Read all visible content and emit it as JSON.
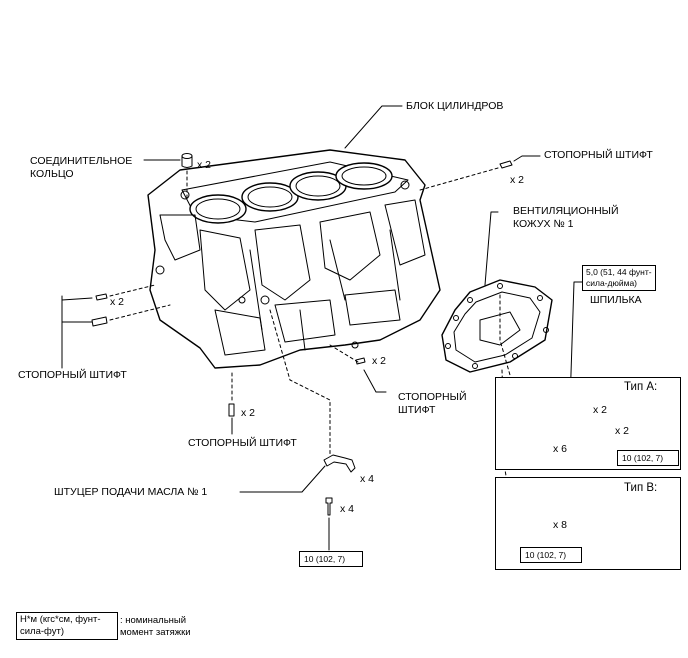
{
  "labels": {
    "cylinder_block": "БЛОК ЦИЛИНДРОВ",
    "connecting_ring_1": "СОЕДИНИТЕЛЬНОЕ",
    "connecting_ring_2": "КОЛЬЦО",
    "stop_pin_top_right": "СТОПОРНЫЙ ШТИФТ",
    "vent_cover_1": "ВЕНТИЛЯЦИОННЫЙ",
    "vent_cover_2": "КОЖУХ № 1",
    "stud": "ШПИЛЬКА",
    "stop_pin_left": "СТОПОРНЫЙ ШТИФТ",
    "stop_pin_center_1": "СТОПОРНЫЙ",
    "stop_pin_center_2": "ШТИФТ",
    "stop_pin_bottom": "СТОПОРНЫЙ ШТИФТ",
    "oil_nozzle": "ШТУЦЕР ПОДАЧИ МАСЛА № 1"
  },
  "quantities": {
    "ring": "x 2",
    "pin_top_right": "x 2",
    "pin_left": "x 2",
    "pin_center": "x 2",
    "pin_bottom": "x 2",
    "nozzle": "x 4",
    "nozzle_bolt": "x 4",
    "type_a_stud": "x 2",
    "type_a_nut": "x 2",
    "type_a_bolt": "x 6",
    "type_b_bolt": "x 8"
  },
  "torques": {
    "stud_1": "5,0 (51, 44 фунт-",
    "stud_2": "сила-дюйма)",
    "type_a": "10 (102, 7)",
    "type_b": "10 (102, 7)",
    "nozzle": "10 (102, 7)"
  },
  "types": {
    "a": "Тип A:",
    "b": "Тип B:"
  },
  "legend": {
    "unit_1": "Н*м (кгс*см, фунт-",
    "unit_2": "сила-фут)",
    "desc_1": ": номинальный",
    "desc_2": "момент затяжки"
  }
}
